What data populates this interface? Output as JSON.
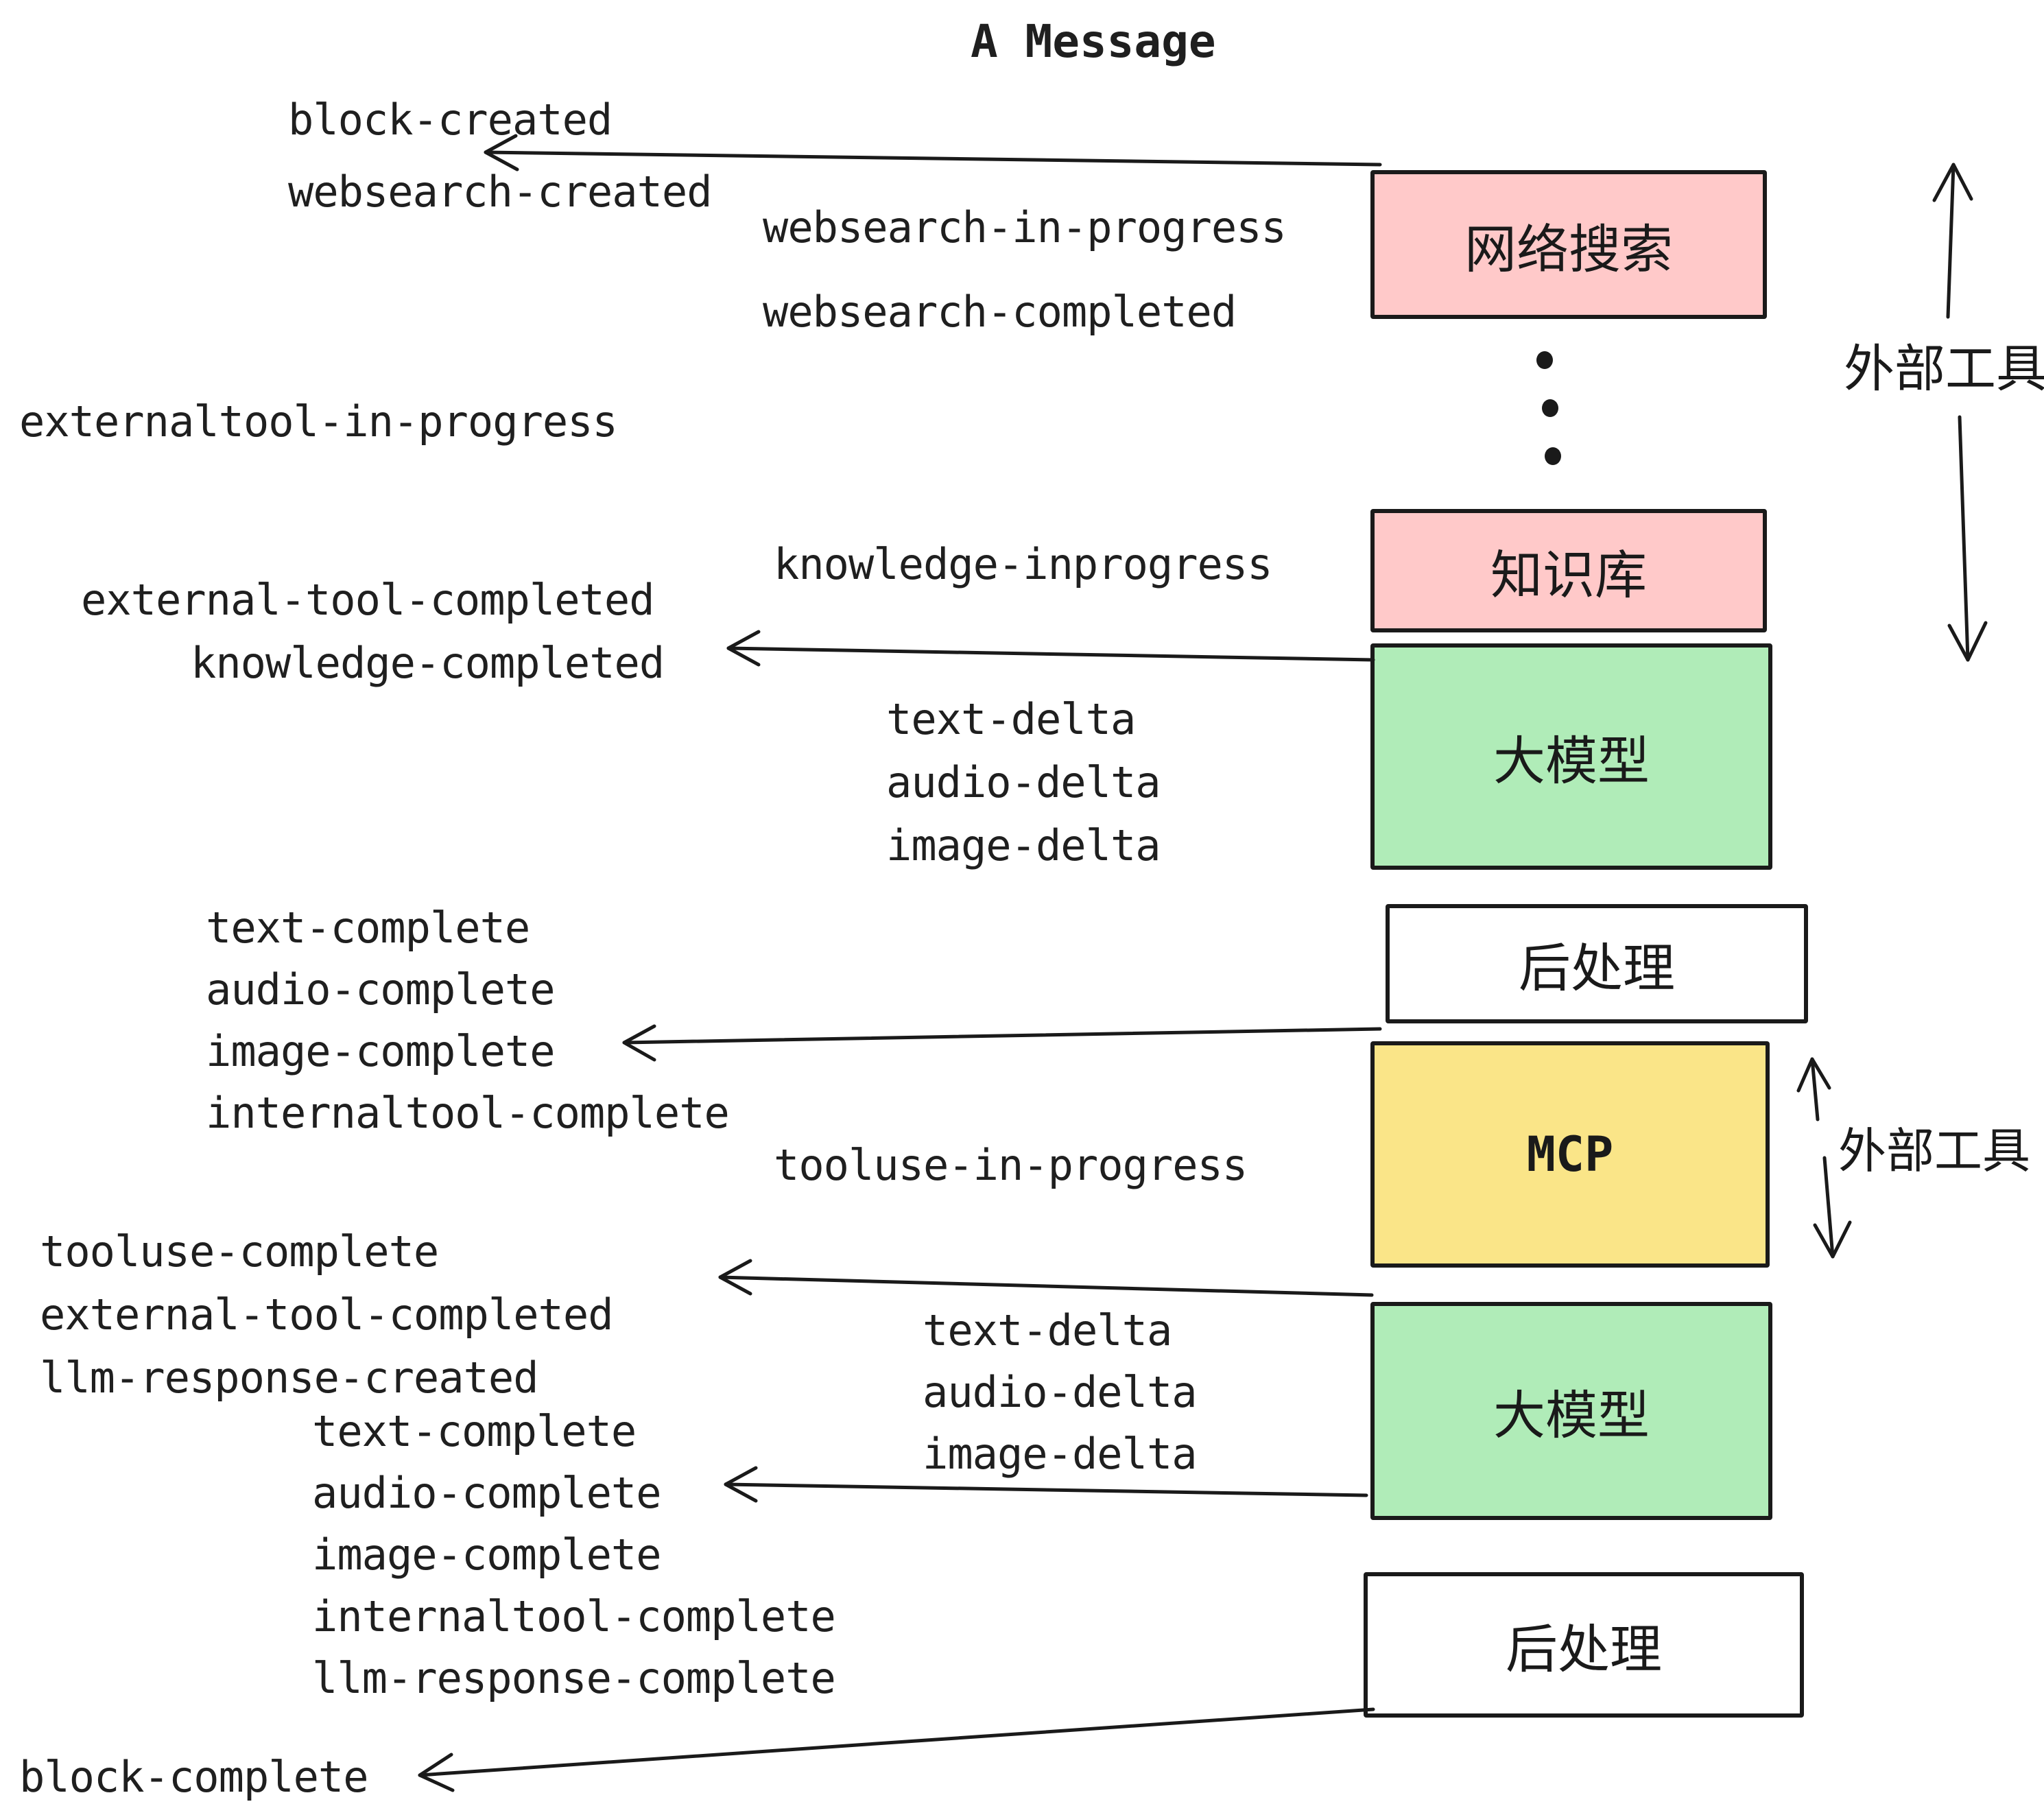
{
  "title": "A Message",
  "boxes": {
    "websearch": "网络搜索",
    "knowledge": "知识库",
    "llm1": "大模型",
    "post1": "后处理",
    "mcp": "MCP",
    "llm2": "大模型",
    "post2": "后处理"
  },
  "side": {
    "externalTools1": "外部工具",
    "externalTools2": "外部工具"
  },
  "events": {
    "blockCreated": "block-created",
    "websearchCreated": "websearch-created",
    "websearchInProgress": "websearch-in-progress",
    "websearchCompleted": "websearch-completed",
    "externaltoolInProgress": "externaltool-in-progress",
    "knowledgeInprogress": "knowledge-inprogress",
    "externalToolCompleted1": "external-tool-completed",
    "knowledgeCompleted": "knowledge-completed",
    "textDelta1": "text-delta",
    "audioDelta1": "audio-delta",
    "imageDelta1": "image-delta",
    "textComplete1": "text-complete",
    "audioComplete1": "audio-complete",
    "imageComplete1": "image-complete",
    "internaltoolComplete1": "internaltool-complete",
    "tooluseInProgress": "tooluse-in-progress",
    "tooluseComplete": "tooluse-complete",
    "externalToolCompleted2": "external-tool-completed",
    "llmResponseCreated": "llm-response-created",
    "textDelta2": "text-delta",
    "audioDelta2": "audio-delta",
    "imageDelta2": "image-delta",
    "textComplete2": "text-complete",
    "audioComplete2": "audio-complete",
    "imageComplete2": "image-complete",
    "internaltoolComplete2": "internaltool-complete",
    "llmResponseComplete": "llm-response-complete",
    "blockComplete": "block-complete"
  },
  "colors": {
    "pink": "#ffc9c9",
    "green": "#b0ecb8",
    "yellow": "#fae588",
    "stroke": "#1a1a1a",
    "text": "#1f1f1f"
  }
}
